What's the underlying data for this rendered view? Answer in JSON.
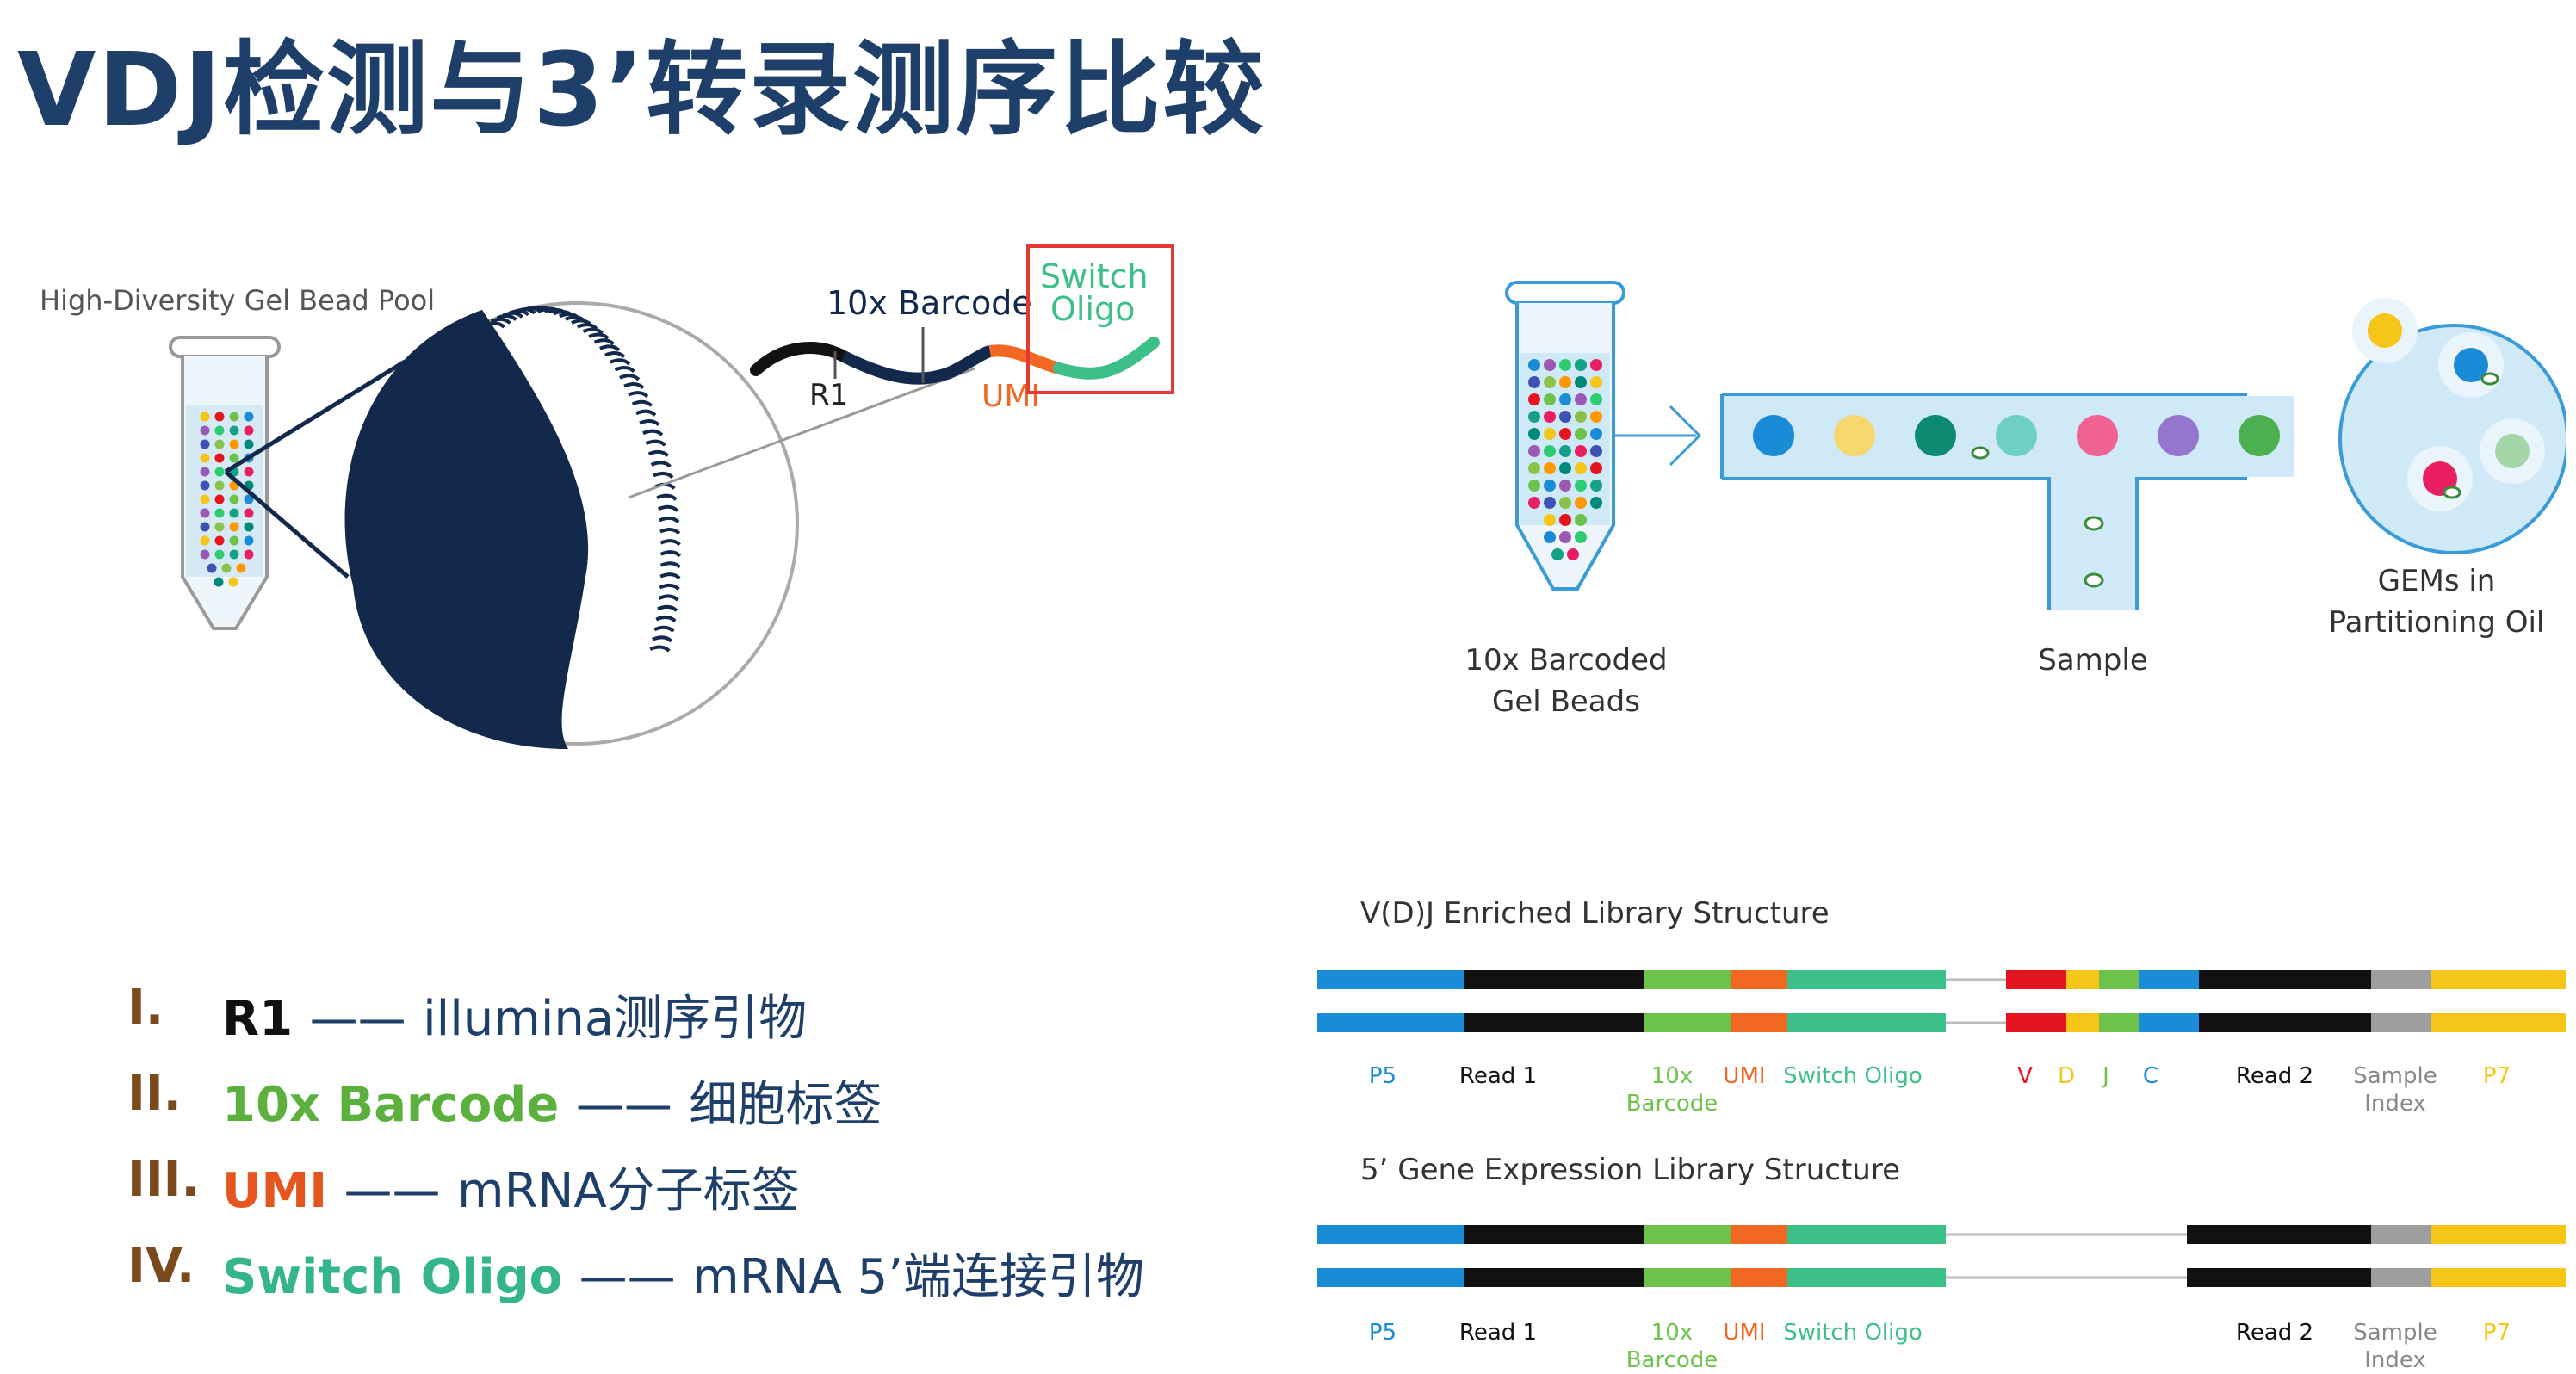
{
  "title": "VDJ检测与3’转录测序比较",
  "bead_panel": {
    "pool_label": "High-Diversity Gel Bead Pool",
    "barcode_label": "10x Barcode",
    "switch_oligo_label_line1": "Switch",
    "switch_oligo_label_line2": "Oligo",
    "r1_label": "R1",
    "umi_label": "UMI"
  },
  "gem_panel": {
    "beads_label_line1": "10x Barcoded",
    "beads_label_line2": "Gel Beads",
    "sample_label": "Sample",
    "gems_label_line1": "GEMs in",
    "gems_label_line2": "Partitioning Oil"
  },
  "legend": [
    {
      "numeral": "I.",
      "name": "R1",
      "color": "#111111",
      "sep": "——",
      "desc": "illumina测序引物"
    },
    {
      "numeral": "II.",
      "name": "10x Barcode",
      "color": "#5cb13e",
      "sep": "——",
      "desc": "细胞标签"
    },
    {
      "numeral": "III.",
      "name": "UMI",
      "color": "#e5561f",
      "sep": "——",
      "desc": "mRNA分子标签"
    },
    {
      "numeral": "IV.",
      "name": "Switch Oligo",
      "color": "#35b58e",
      "sep": "——",
      "desc": "mRNA 5’端连接引物"
    }
  ],
  "vdj_library": {
    "title": "V(D)J Enriched Library Structure",
    "labels": {
      "p5": "P5",
      "read1": "Read 1",
      "barcode_1": "10x",
      "barcode_2": "Barcode",
      "umi": "UMI",
      "switch": "Switch Oligo",
      "v": "V",
      "d": "D",
      "j": "J",
      "c": "C",
      "read2": "Read 2",
      "index_1": "Sample",
      "index_2": "Index",
      "p7": "P7"
    }
  },
  "gex_library": {
    "title": "5’ Gene Expression Library Structure",
    "labels": {
      "p5": "P5",
      "read1": "Read 1",
      "barcode_1": "10x",
      "barcode_2": "Barcode",
      "umi": "UMI",
      "switch": "Switch Oligo",
      "read2": "Read 2",
      "index_1": "Sample",
      "index_2": "Index",
      "p7": "P7"
    }
  },
  "colors": {
    "title": "#1f3f6b",
    "navy": "#13294b",
    "p5_blue": "#1a8bd6",
    "black": "#111111",
    "barcode_green": "#6cc24a",
    "umi_orange": "#f26722",
    "switch_teal": "#3dbf8a",
    "v_red": "#e4151f",
    "d_yellow": "#f5c518",
    "j_green": "#6cc24a",
    "c_blue": "#1a8bd6",
    "index_gray": "#9e9e9e",
    "p7_yellow": "#f5c518",
    "channel": "#cfe9f7",
    "channel_stroke": "#3a9bd9",
    "highlight_box": "#e53935"
  }
}
